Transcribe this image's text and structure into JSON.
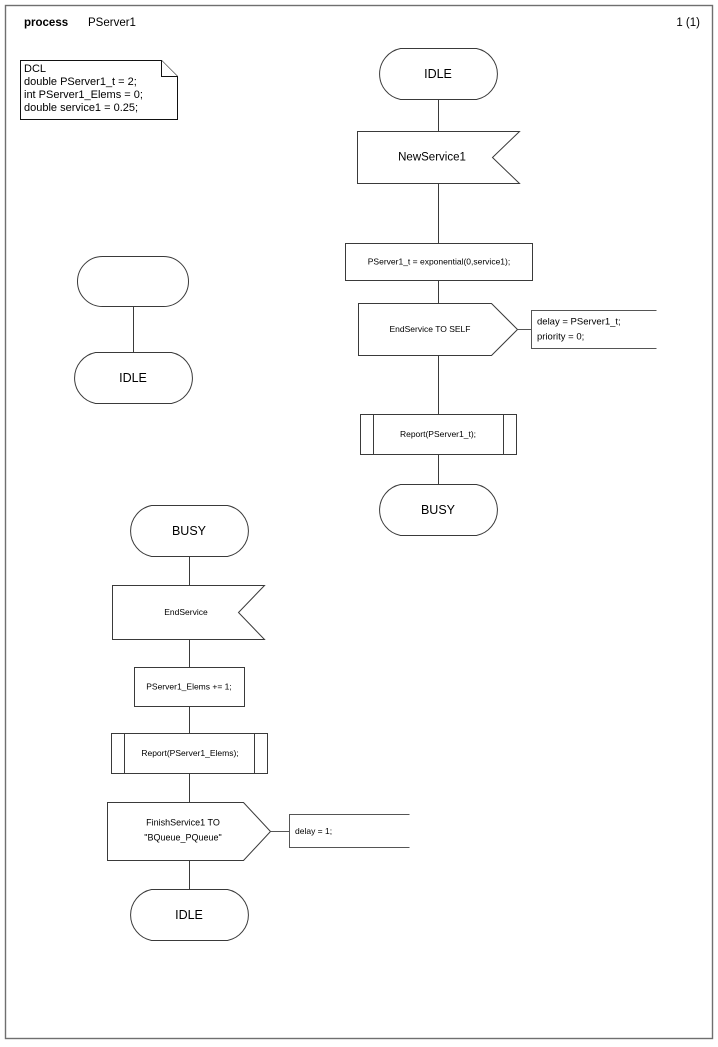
{
  "page": {
    "header_keyword": "process",
    "header_name": "PServer1",
    "page_number": "1 (1)",
    "background": "#ffffff",
    "border_color": "#6f6f6f",
    "line_color": "#3a3a3a"
  },
  "declaration": {
    "title": "DCL",
    "lines": [
      "DCL",
      "double PServer1_t = 2;",
      "int PServer1_Elems = 0;",
      "double service1 = 0.25;"
    ]
  },
  "start_branch": {
    "start_label": "",
    "state_label": "IDLE"
  },
  "idle_branch": {
    "state_start": "IDLE",
    "input_signal": "NewService1",
    "task": "PServer1_t = exponential(0,service1);",
    "output_signal": "EndService TO SELF",
    "output_comment_lines": [
      "delay = PServer1_t;",
      "priority = 0;"
    ],
    "procedure_call": "Report(PServer1_t);",
    "state_end": "BUSY"
  },
  "busy_branch": {
    "state_start": "BUSY",
    "input_signal": "EndService",
    "task": "PServer1_Elems += 1;",
    "procedure_call": "Report(PServer1_Elems);",
    "output_signal_lines": [
      "FinishService1 TO",
      "\"BQueue_PQueue\""
    ],
    "output_comment_lines": [
      "delay = 1;"
    ],
    "state_end": "IDLE"
  }
}
